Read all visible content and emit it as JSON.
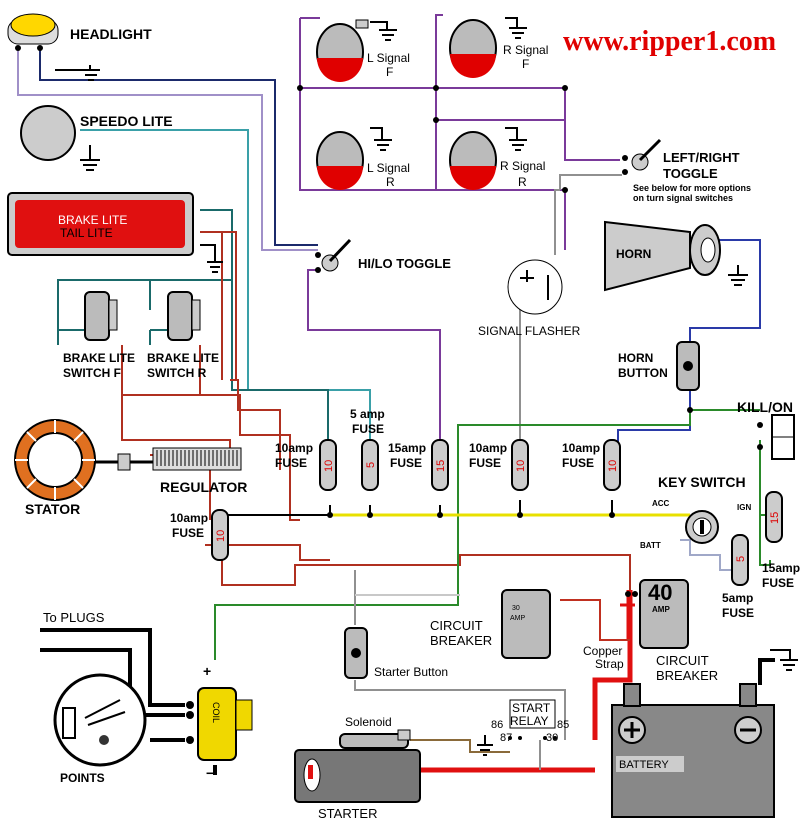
{
  "site": "www.ripper1.com",
  "headlight": "HEADLIGHT",
  "speedo": "SPEEDO LITE",
  "signals": {
    "lf1": "L Signal",
    "lf2": "F",
    "rf1": "R Signal",
    "rf2": "F",
    "lr1": "L Signal",
    "lr2": "R",
    "rr1": "R Signal",
    "rr2": "R"
  },
  "toggle": {
    "lr1": "LEFT/RIGHT",
    "lr2": "TOGGLE",
    "note1": "See below for more options",
    "note2": "on turn signal switches",
    "hilo": "HI/LO TOGGLE"
  },
  "taillight": {
    "brake": "BRAKE LITE",
    "tail": "TAIL LITE"
  },
  "brake_switch": {
    "f1": "BRAKE LITE",
    "f2": "SWITCH  F",
    "r1": "BRAKE LITE",
    "r2": "SWITCH  R"
  },
  "horn": "HORN",
  "flasher": "SIGNAL FLASHER",
  "horn_button": {
    "l1": "HORN",
    "l2": "BUTTON"
  },
  "kill": "KILL/ON",
  "fuses": {
    "f1a": "10amp",
    "f1b": "FUSE",
    "f1v": "10",
    "f2a": "5 amp",
    "f2b": "FUSE",
    "f2v": "5",
    "f3a": "15amp",
    "f3b": "FUSE",
    "f3v": "15",
    "f4a": "10amp",
    "f4b": "FUSE",
    "f4v": "10",
    "f5a": "10amp",
    "f5b": "FUSE",
    "f5v": "10",
    "f6a": "10amp",
    "f6b": "FUSE",
    "f6v": "10",
    "f7a": "15amp",
    "f7b": "FUSE",
    "f7v": "15",
    "f8a": "5amp",
    "f8b": "FUSE",
    "f8v": "5"
  },
  "key_switch": "KEY SWITCH",
  "key_terms": {
    "acc": "ACC",
    "ign": "IGN",
    "batt": "BATT"
  },
  "stator": "STATOR",
  "regulator": "REGULATOR",
  "plugs": "To PLUGS",
  "points": "POINTS",
  "coil": "COIL",
  "starter_button": "Starter Button",
  "circuit_breaker": {
    "l1": "CIRCUIT",
    "l2": "BREAKER",
    "amp": "30",
    "amp2": "AMP"
  },
  "breaker40": {
    "val": "40",
    "amp": "AMP",
    "l1": "CIRCUIT",
    "l2": "BREAKER"
  },
  "copper": {
    "l1": "Copper",
    "l2": "Strap"
  },
  "relay": {
    "l1": "START",
    "l2": "RELAY",
    "p86": "86",
    "p87": "87",
    "p85": "85",
    "p30": "30"
  },
  "solenoid": "Solenoid",
  "starter": "STARTER",
  "battery": "BATTERY"
}
